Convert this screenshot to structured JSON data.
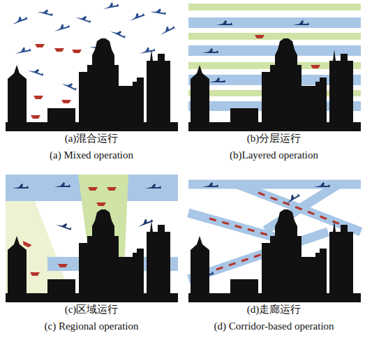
{
  "diagram": {
    "nodes": [
      {
        "text": [
          "(a)混合运行",
          "(a) Mixed operation"
        ]
      },
      {
        "text": [
          "(b)分层运行",
          "(b)Layered operation"
        ]
      },
      {
        "text": [
          "(c)区域运行",
          "(c) Regional operation"
        ]
      },
      {
        "text": [
          "(d)走廊运行",
          "(d) Corridor-based operation"
        ]
      }
    ]
  }
}
